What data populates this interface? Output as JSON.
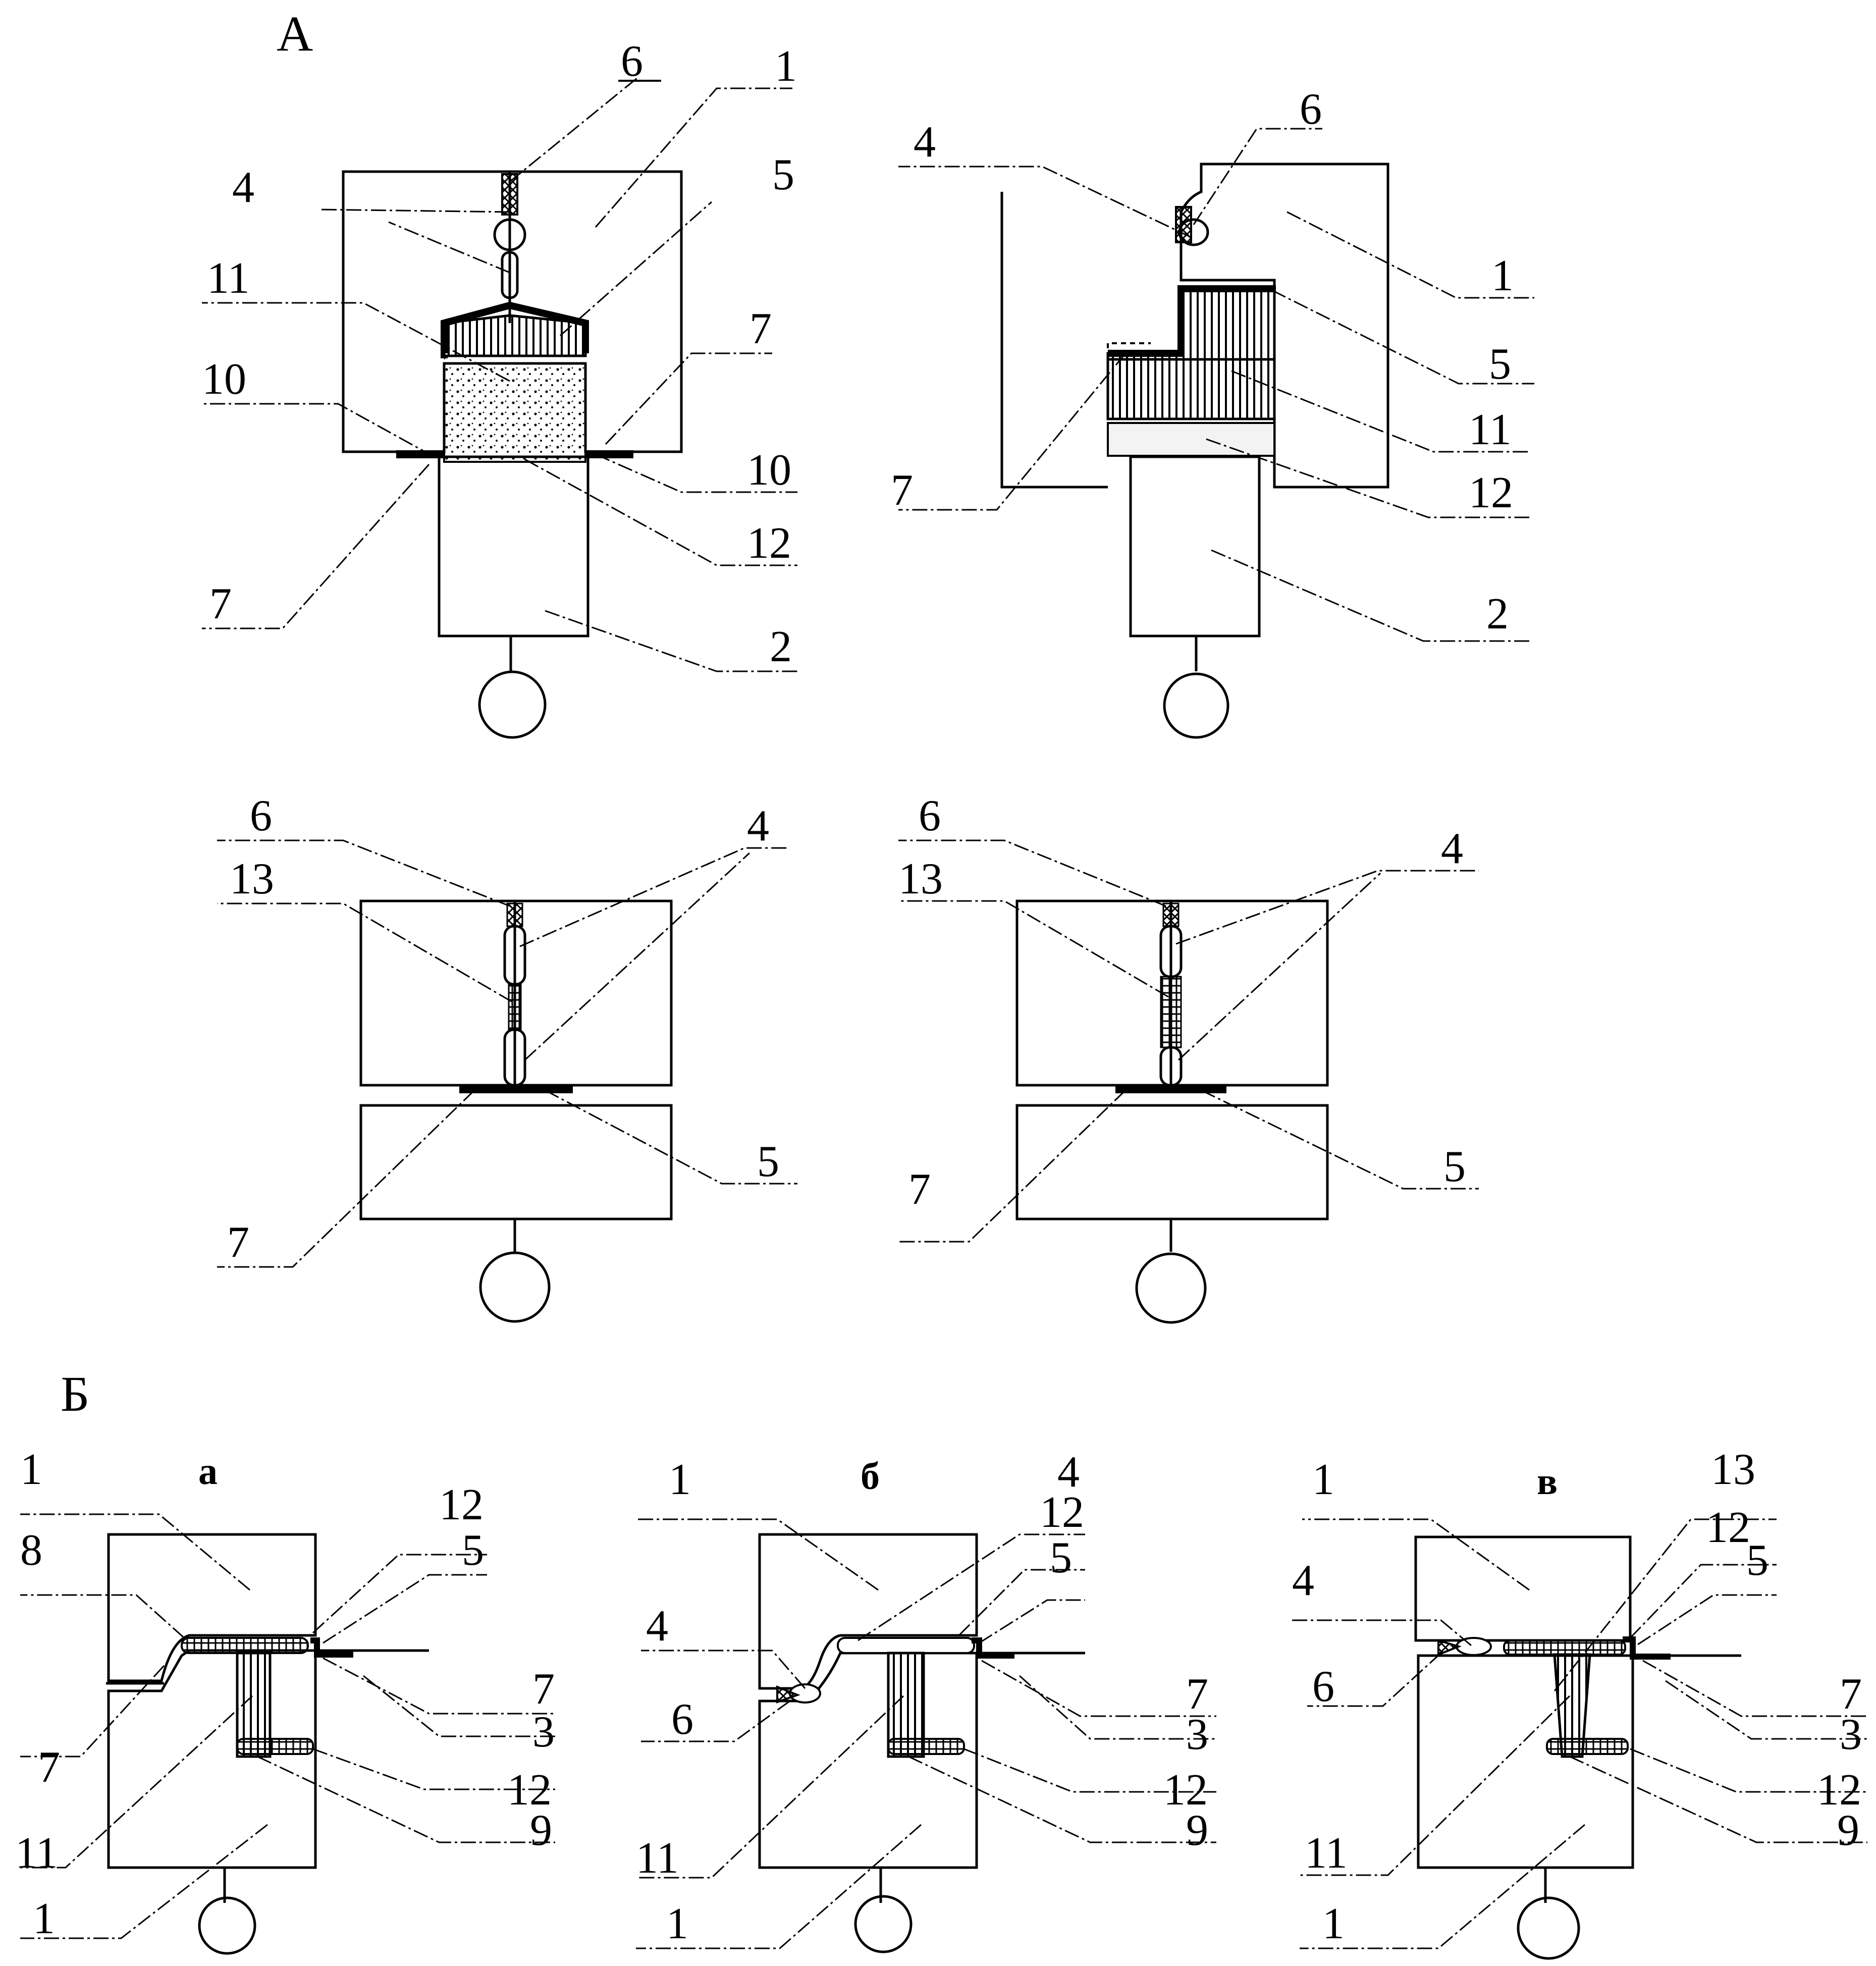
{
  "section_labels": {
    "a": "А",
    "b": "Б"
  },
  "subfigure_labels": {
    "a": "а",
    "b": "б",
    "c": "в"
  },
  "callouts": {
    "num_1": "1",
    "num_2": "2",
    "num_3": "3",
    "num_4": "4",
    "num_5": "5",
    "num_6": "6",
    "num_7": "7",
    "num_8": "8",
    "num_9": "9",
    "num_10": "10",
    "num_11": "11",
    "num_12": "12",
    "num_13": "13"
  },
  "colors": {
    "line": "#000000",
    "background": "#ffffff",
    "sealant_fill": "#f3f3f3"
  }
}
